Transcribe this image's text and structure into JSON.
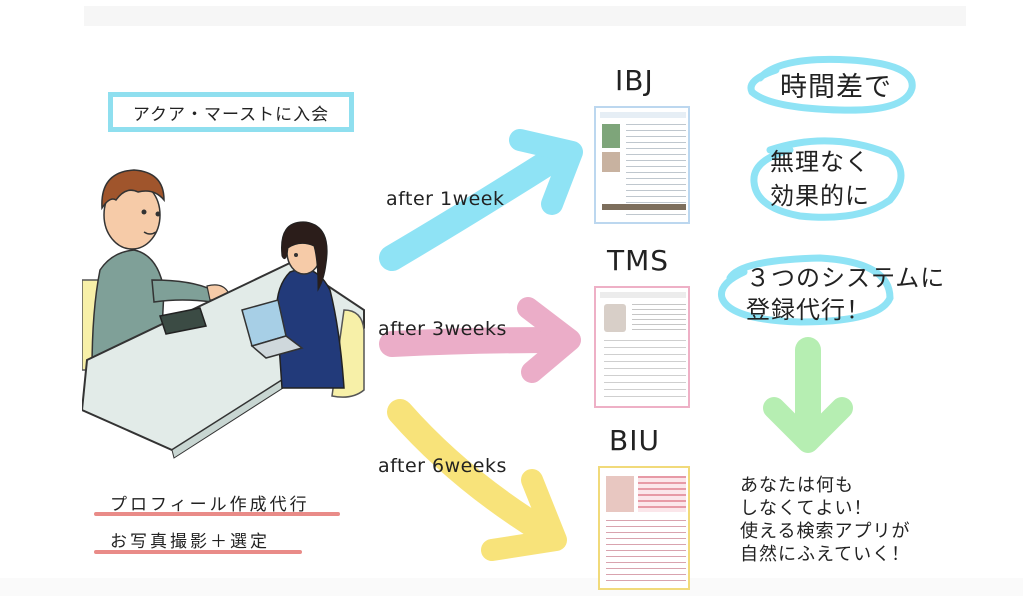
{
  "join_label": "アクア・マーストに入会",
  "arrows": [
    {
      "label": "after 1week",
      "color": "#8fe3f5"
    },
    {
      "label": "after 3weeks",
      "color": "#ebadc8"
    },
    {
      "label": "after 6weeks",
      "color": "#f8e37a"
    }
  ],
  "systems": [
    {
      "name": "IBJ",
      "border": "#bcd7ef"
    },
    {
      "name": "TMS",
      "border": "#eeb0c6"
    },
    {
      "name": "BIU",
      "border": "#f1da7a"
    }
  ],
  "notes": {
    "time_lag": "時間差で",
    "effective_line1": "無理なく",
    "effective_line2": "効果的に",
    "register_line1": "３つのシステムに",
    "register_line2": "登録代行！",
    "result_line1": "あなたは何も",
    "result_line2": "しなくてよい！",
    "result_line3": "使える検索アプリが",
    "result_line4": "自然にふえていく！"
  },
  "services": {
    "profile_label": "プロフィール作成代行",
    "photo_label": "お写真撮影＋選定"
  },
  "colors": {
    "blue": "#8fe3f5",
    "pink": "#ebadc8",
    "yellow": "#f8e37a",
    "green": "#b6eeb2",
    "underline": "#e98b88"
  }
}
